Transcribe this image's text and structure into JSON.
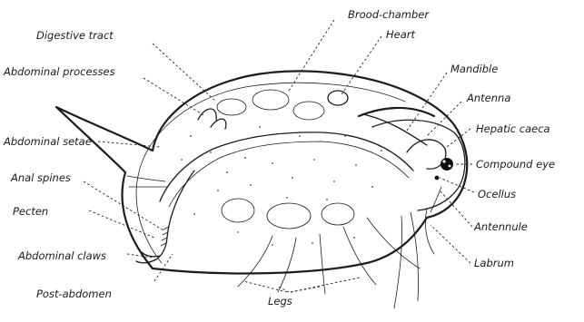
{
  "labels": {
    "brood_chamber": "Brood-chamber",
    "digestive_tract": "Digestive tract",
    "heart": "Heart",
    "abdominal_processes": "Abdominal processes",
    "mandible": "Mandible",
    "antenna": "Antenna",
    "abdominal_setae": "Abdominal setae",
    "hepatic_caeca": "Hepatic caeca",
    "anal_spines": "Anal spines",
    "compound_eye": "Compound eye",
    "pecten": "Pecten",
    "ocellus": "Ocellus",
    "antennule": "Antennule",
    "abdominal_claws": "Abdominal claws",
    "labrum": "Labrum",
    "post_abdomen": "Post-abdomen",
    "legs": "Legs"
  }
}
